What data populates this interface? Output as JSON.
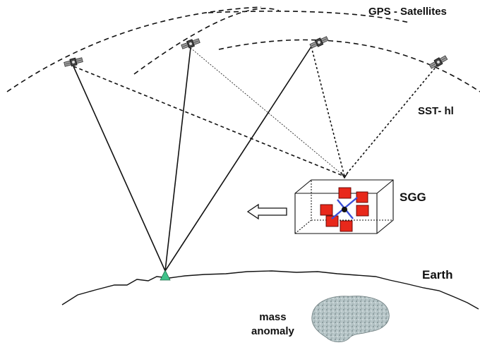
{
  "labels": {
    "gps_satellites": "GPS - Satellites",
    "sst_hl": "SST- hl",
    "sgg": "SGG",
    "earth": "Earth",
    "mass_anomaly_line1": "mass",
    "mass_anomaly_line2": "anomaly"
  },
  "icons": {
    "satellite": "satellite-icon",
    "ground_station": "ground-station-icon",
    "gradiometer": "gradiometer-box-icon",
    "arrow": "left-arrow-icon"
  },
  "colors": {
    "accelerometer": "#e8281b",
    "ground_station": "#3fc28a",
    "sensor_axis": "#3a4fd8",
    "anomaly": "#9fb1b3"
  }
}
